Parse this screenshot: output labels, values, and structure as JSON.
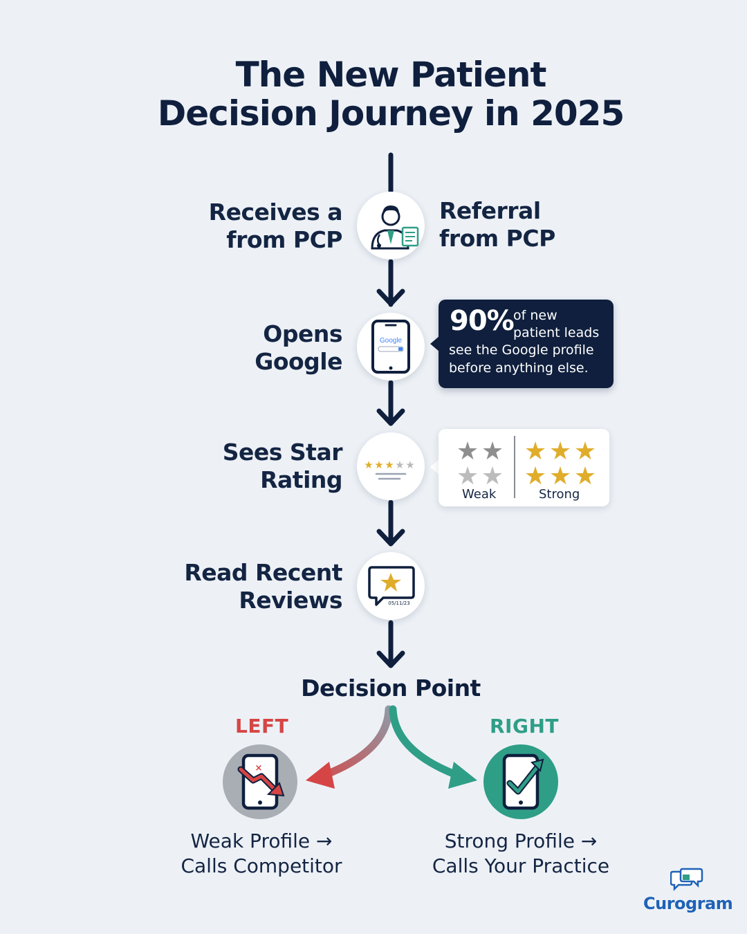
{
  "title": {
    "line1": "The New Patient",
    "line2": "Decision Journey in 2025"
  },
  "steps": [
    {
      "line1": "Receives a",
      "line2": "from PCP",
      "icon": "doctor-icon"
    },
    {
      "line1": "Opens",
      "line2": "Google",
      "icon": "phone-google-icon"
    },
    {
      "line1": "Sees Star",
      "line2": "Rating",
      "icon": "star-rating-icon"
    },
    {
      "line1": "Read Recent",
      "line2": "Reviews",
      "icon": "review-bubble-icon"
    }
  ],
  "referral_label": {
    "line1": "Referral",
    "line2": "from PCP"
  },
  "google_icon_text": "Google",
  "review_date": "05/11/23",
  "callout": {
    "percent": "90%",
    "line1": "of new",
    "line2": "patient leads",
    "line3": "see the Google profile",
    "line4": "before anything else."
  },
  "rating_card": {
    "weak_label": "Weak",
    "strong_label": "Strong"
  },
  "decision": {
    "title": "Decision Point",
    "left": {
      "label": "LEFT",
      "outcome_line1": "Weak Profile →",
      "outcome_line2": "Calls Competitor",
      "icon": "phone-trend-down-icon"
    },
    "right": {
      "label": "RIGHT",
      "outcome_line1": "Strong Profile →",
      "outcome_line2": "Calls Your Practice",
      "icon": "phone-check-icon"
    }
  },
  "brand": {
    "name": "Curogram",
    "icon": "chat-bubbles-icon"
  },
  "colors": {
    "navy": "#0f1f3d",
    "red": "#d64545",
    "green": "#2f9e87",
    "gold": "#e0ad2b",
    "grey_star": "#a3a3a3",
    "brand_blue": "#1f62b6"
  }
}
